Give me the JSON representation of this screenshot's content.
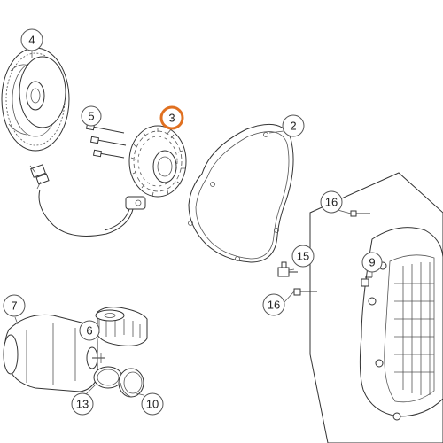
{
  "diagram": {
    "callouts": [
      {
        "id": "c4",
        "label": "4",
        "highlighted": false
      },
      {
        "id": "c5",
        "label": "5",
        "highlighted": false
      },
      {
        "id": "c3",
        "label": "3",
        "highlighted": true
      },
      {
        "id": "c2",
        "label": "2",
        "highlighted": false
      },
      {
        "id": "c16a",
        "label": "16",
        "highlighted": false
      },
      {
        "id": "c9",
        "label": "9",
        "highlighted": false
      },
      {
        "id": "c15",
        "label": "15",
        "highlighted": false
      },
      {
        "id": "c16b",
        "label": "16",
        "highlighted": false
      },
      {
        "id": "c7",
        "label": "7",
        "highlighted": false
      },
      {
        "id": "c6",
        "label": "6",
        "highlighted": false
      },
      {
        "id": "c13",
        "label": "13",
        "highlighted": false
      },
      {
        "id": "c10",
        "label": "10",
        "highlighted": false
      }
    ],
    "colors": {
      "callout_stroke": "#555555",
      "highlight_stroke": "#e07020",
      "line": "#333333",
      "background": "#ffffff"
    }
  }
}
